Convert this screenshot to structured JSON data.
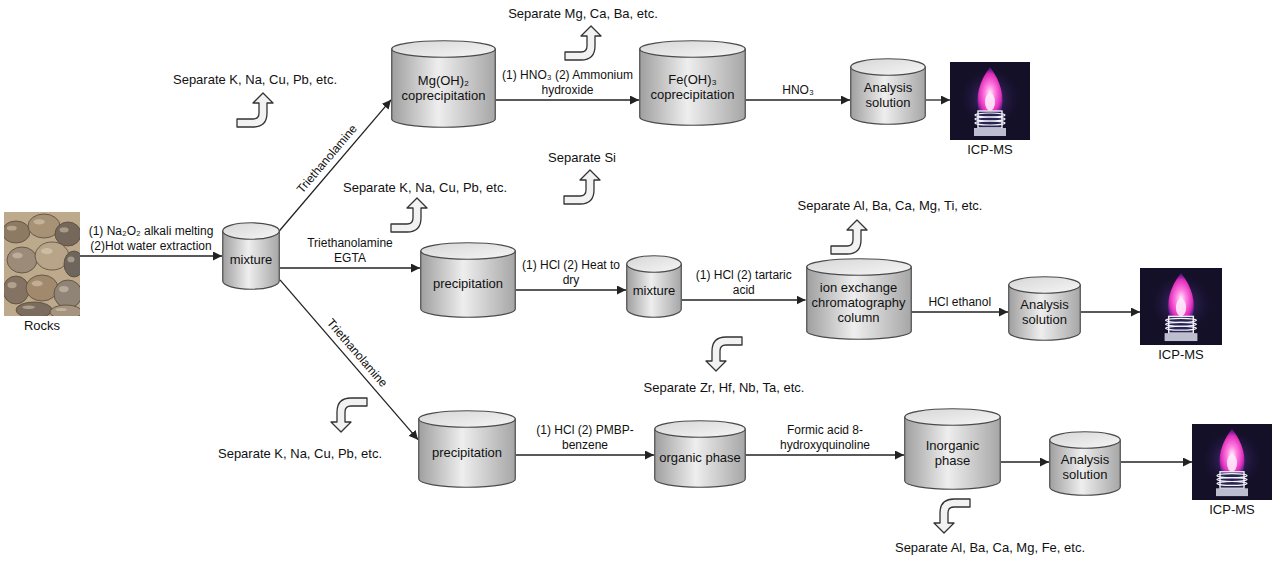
{
  "diagram": {
    "nodes": [
      {
        "text": [
          "Rocks"
        ]
      },
      {
        "text": [
          "mixture"
        ]
      },
      {
        "text": [
          "Mg(OH)₂ coprecipitation"
        ]
      },
      {
        "text": [
          "Fe(OH)₃ coprecipitation"
        ]
      },
      {
        "text": [
          "Analysis solution"
        ]
      },
      {
        "text": [
          "ICP-MS"
        ]
      },
      {
        "text": [
          "precipitation"
        ]
      },
      {
        "text": [
          "mixture"
        ]
      },
      {
        "text": [
          "ion exchange chromatography column"
        ]
      },
      {
        "text": [
          "Analysis solution"
        ]
      },
      {
        "text": [
          "ICP-MS"
        ]
      },
      {
        "text": [
          "precipitation"
        ]
      },
      {
        "text": [
          "organic phase"
        ]
      },
      {
        "text": [
          "Inorganic phase"
        ]
      },
      {
        "text": [
          "Analysis solution"
        ]
      },
      {
        "text": [
          "ICP-MS"
        ]
      }
    ],
    "edges": [
      {
        "from": 0,
        "to": 1,
        "arrow": "to",
        "label": "(1) Na₂O₂ alkali melting (2)Hot water extraction"
      },
      {
        "from": 1,
        "to": 2,
        "arrow": "to",
        "label": "Triethanolamine"
      },
      {
        "from": 2,
        "to": 3,
        "arrow": "to",
        "label": "(1) HNO₃ (2) Ammonium hydroxide"
      },
      {
        "from": 3,
        "to": 4,
        "arrow": "to",
        "label": "HNO₃"
      },
      {
        "from": 4,
        "to": 5,
        "arrow": "to"
      },
      {
        "from": 1,
        "to": 6,
        "arrow": "to",
        "label": "Triethanolamine EGTA"
      },
      {
        "from": 6,
        "to": 7,
        "arrow": "to",
        "label": "(1) HCl (2) Heat to dry"
      },
      {
        "from": 7,
        "to": 8,
        "arrow": "to",
        "label": "(1) HCl (2) tartaric acid"
      },
      {
        "from": 8,
        "to": 9,
        "arrow": "to",
        "label": "HCl ethanol"
      },
      {
        "from": 9,
        "to": 10,
        "arrow": "to"
      },
      {
        "from": 1,
        "to": 11,
        "arrow": "to",
        "label": "Triethanolamine"
      },
      {
        "from": 11,
        "to": 12,
        "arrow": "to",
        "label": "(1) HCl (2) PMBP-benzene"
      },
      {
        "from": 12,
        "to": 13,
        "arrow": "to",
        "label": "Formic acid 8-hydroxyquinoline"
      },
      {
        "from": 13,
        "to": 14,
        "arrow": "to"
      },
      {
        "from": 14,
        "to": 15,
        "arrow": "to"
      }
    ],
    "labels": [
      "Separate K, Na, Cu, Pb, etc.",
      "Separate Mg, Ca, Ba, etc.",
      "Separate K, Na, Cu, Pb, etc.",
      "Separate Si",
      "Separate Al, Ba, Ca, Mg, Ti, etc.",
      "Separate Zr, Hf, Nb, Ta, etc.",
      "Separate K, Na, Cu, Pb, etc.",
      "Separate Al, Ba, Ca, Mg, Fe, etc."
    ]
  }
}
